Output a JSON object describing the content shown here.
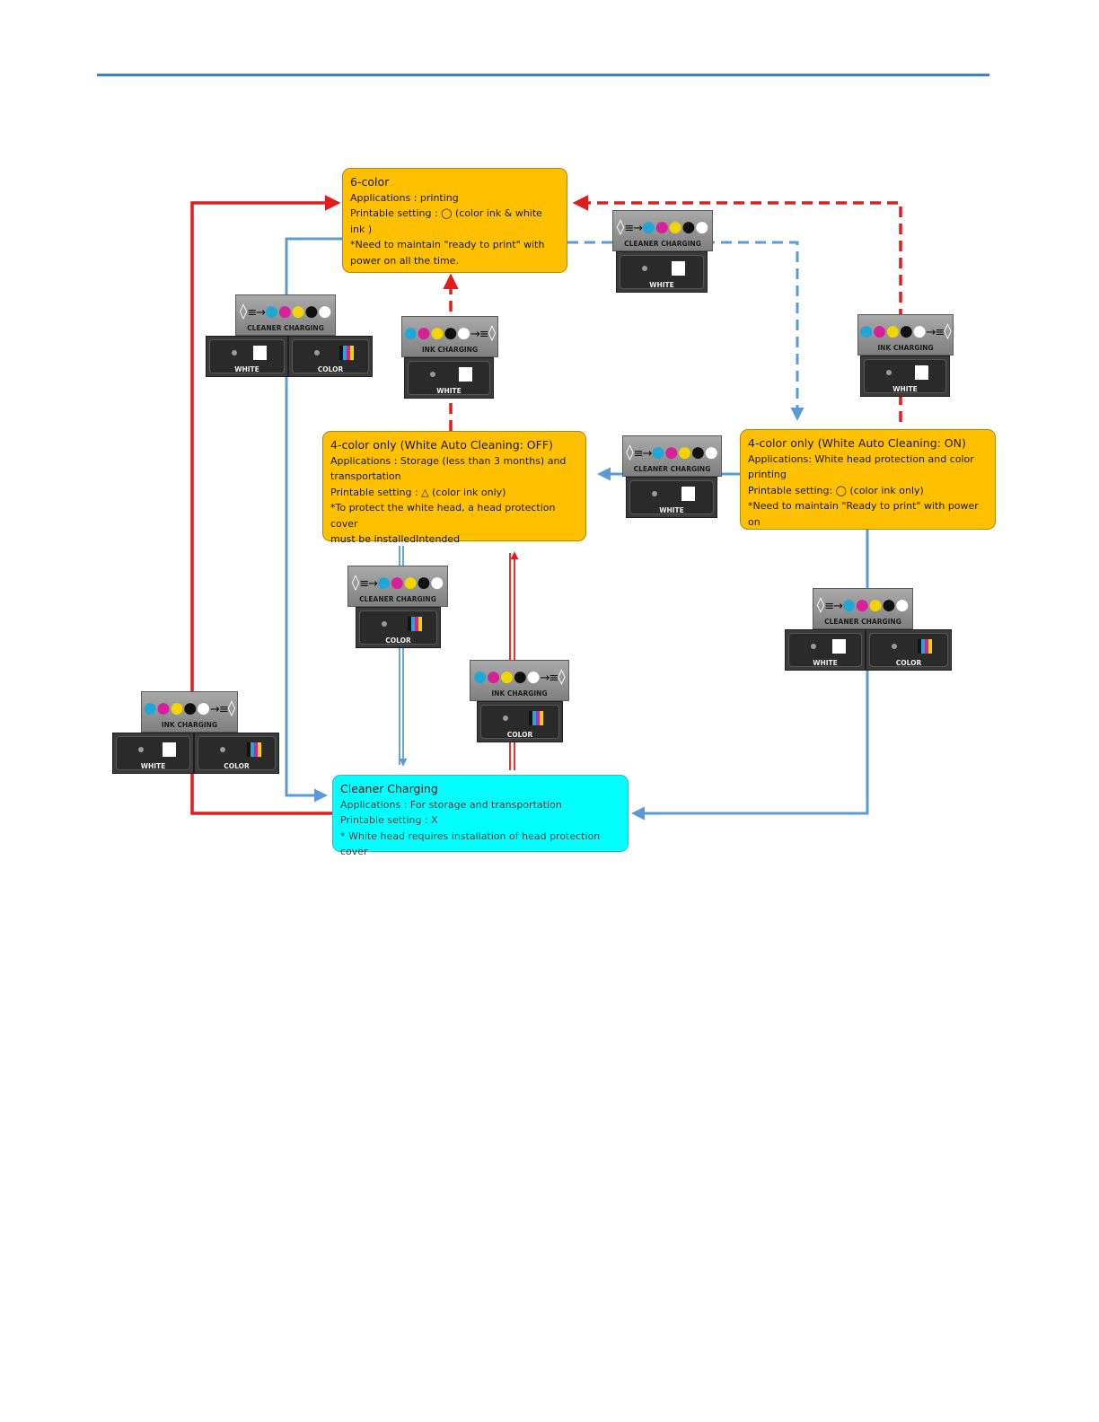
{
  "states": {
    "six_color": {
      "title": "6-color",
      "lines": [
        "Applications : printing",
        "Printable setting : ◯ (color ink & white ink )",
        "*Need to maintain \"ready to print\" with",
        "power on all the time."
      ]
    },
    "four_off": {
      "title": "4-color only (White Auto Cleaning: OFF)",
      "lines": [
        "Applications : Storage (less than 3 months) and",
        "transportation",
        "Printable setting : △ (color ink only)",
        "*To protect the white head, a head protection cover",
        "must be installedIntended"
      ]
    },
    "four_on": {
      "title": "4-color only (White Auto Cleaning: ON)",
      "lines": [
        "Applications: White head protection and color",
        "printing",
        "Printable setting: ◯ (color ink only)",
        "*Need to maintain \"Ready to print\" with power on"
      ]
    },
    "cleaner": {
      "title": "Cleaner Charging",
      "lines": [
        "Applications : For storage and transportation",
        "Printable setting : X",
        "* White head requires installation of head protection cover"
      ]
    }
  },
  "labels": {
    "cleaner_charging": "CLEANER CHARGING",
    "ink_charging": "INK CHARGING",
    "white": "WHITE",
    "color": "COLOR"
  },
  "colors": {
    "ink_charging_arrow": "#e31b1b",
    "cleaner_charging_arrow": "#5b9bd5",
    "state_box": "#ffc000",
    "cleaner_box": "#00ffff"
  }
}
